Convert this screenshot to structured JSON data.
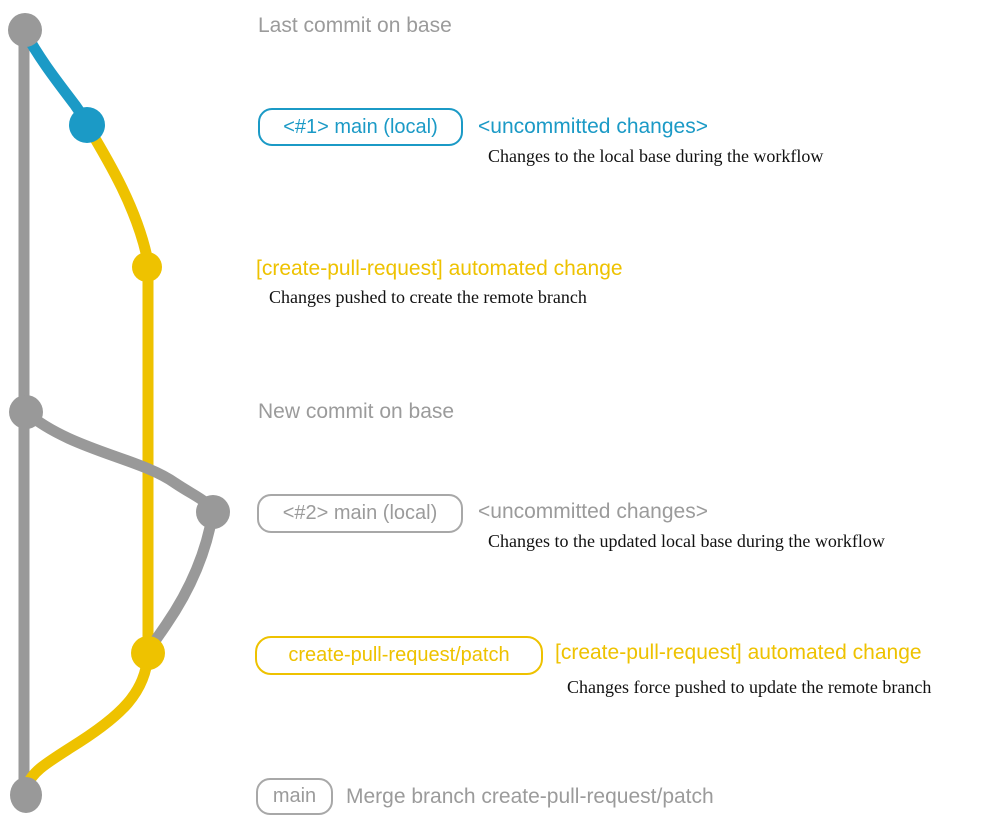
{
  "colors": {
    "accent-blue": "#1b9ac6",
    "accent-yellow": "#eec200",
    "graph-gray": "#999999",
    "text-gray": "#9b9b9b",
    "badge-gray": "#a8a8a8",
    "ink": "#111111"
  },
  "graph": {
    "description": "Git commit graph: gray base branch on the left, blue commit for local uncommitted changes, yellow branch for create-pull-request automated commits, merging back to base at the bottom",
    "nodes": [
      {
        "id": "base-top",
        "color": "gray",
        "meaning": "Last commit on base"
      },
      {
        "id": "local-1",
        "color": "blue",
        "meaning": "<#1> main (local) uncommitted changes"
      },
      {
        "id": "patch-1",
        "color": "yellow",
        "meaning": "[create-pull-request] automated change"
      },
      {
        "id": "base-new",
        "color": "gray",
        "meaning": "New commit on base"
      },
      {
        "id": "local-2",
        "color": "gray",
        "meaning": "<#2> main (local) uncommitted changes"
      },
      {
        "id": "patch-2",
        "color": "yellow",
        "meaning": "[create-pull-request] automated change (force push)"
      },
      {
        "id": "base-merge",
        "color": "gray",
        "meaning": "Merge branch create-pull-request/patch"
      }
    ]
  },
  "annotations": {
    "last_commit_label": "Last commit on base",
    "row1": {
      "badge": "<#1> main (local)",
      "label": "<uncommitted changes>",
      "description": "Changes to the local base during the workflow"
    },
    "row2": {
      "label": "[create-pull-request] automated change",
      "description": "Changes pushed to create the remote branch"
    },
    "new_commit_label": "New commit on base",
    "row3": {
      "badge": "<#2> main (local)",
      "label": "<uncommitted changes>",
      "description": "Changes to the updated local base during the workflow"
    },
    "row4": {
      "badge": "create-pull-request/patch",
      "label": "[create-pull-request] automated change",
      "description": "Changes force pushed to update the remote branch"
    },
    "row5": {
      "badge": "main",
      "label": "Merge branch create-pull-request/patch"
    }
  }
}
